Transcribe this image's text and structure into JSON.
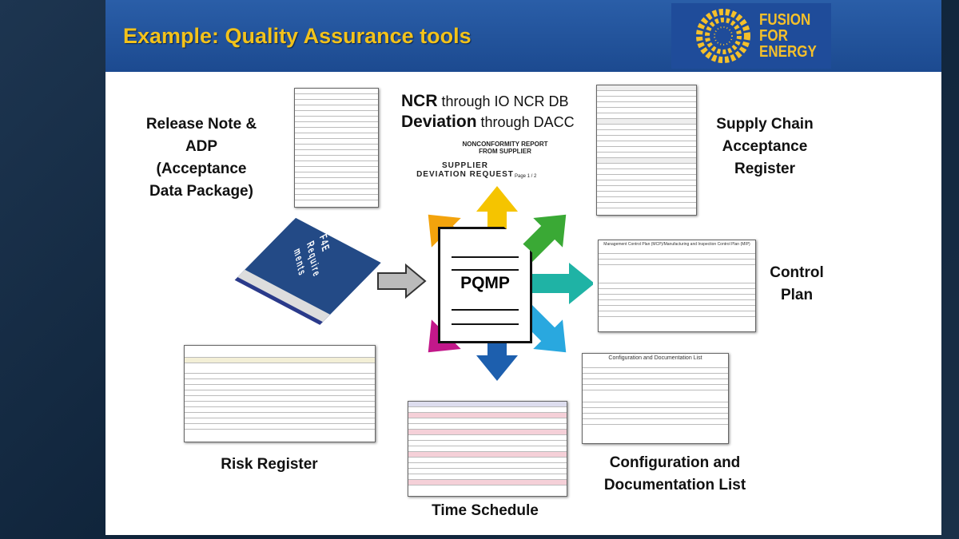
{
  "slide": {
    "title": "Example: Quality Assurance tools",
    "logo": [
      "FUSION",
      "FOR",
      "ENERGY"
    ]
  },
  "labels": {
    "release_note": [
      "Release Note &",
      "ADP",
      "(Acceptance",
      "Data Package)"
    ],
    "ncr_bold": "NCR",
    "ncr_rest": " through IO NCR DB",
    "dev_bold": "Deviation",
    "dev_rest": " through DACC",
    "ncr_form": [
      "NONCONFORMITY REPORT",
      "FROM SUPPLIER"
    ],
    "dev_form": [
      "SUPPLIER",
      "DEVIATION REQUEST"
    ],
    "dev_page": "Page 1 / 2",
    "supply_chain": [
      "Supply Chain",
      "Acceptance",
      "Register"
    ],
    "control_plan": [
      "Control",
      "Plan"
    ],
    "risk": "Risk Register",
    "time": "Time Schedule",
    "config": [
      "Configuration and",
      "Documentation List"
    ],
    "pqmp": "PQMP",
    "book": [
      "F4E",
      "Require",
      "ments"
    ],
    "config_doc_title": "Configuration and Documentation List",
    "mcp_title": "Management Control Plan (MCP)/Manufacturing and Inspection Control Plan (MIP)"
  },
  "colors": {
    "arrows": [
      "#f5c400",
      "#3aa935",
      "#1fb3a5",
      "#29a8df",
      "#1d5fae",
      "#c2188a",
      "#f3a30c"
    ]
  }
}
